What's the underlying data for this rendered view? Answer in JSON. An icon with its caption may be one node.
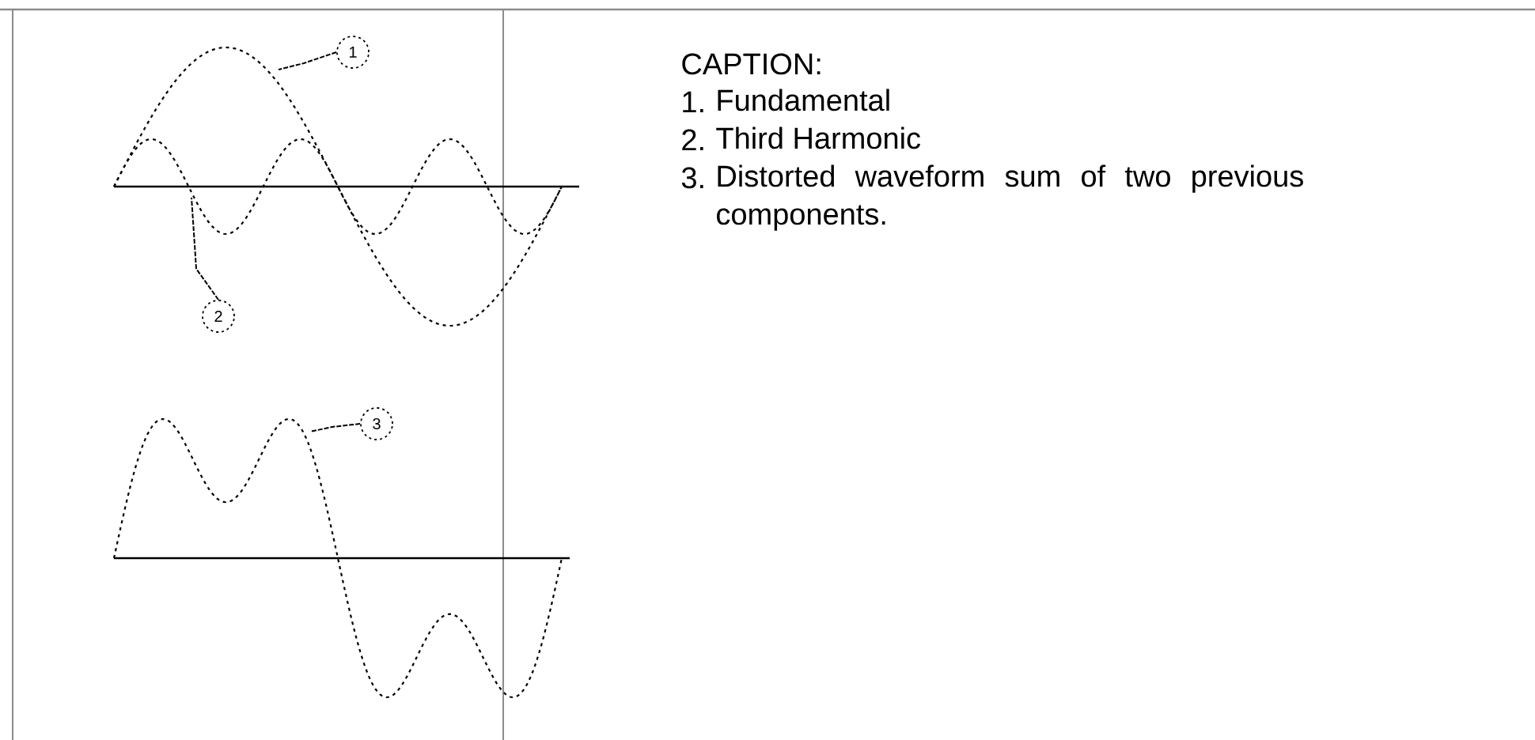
{
  "diagram": {
    "nodes": [
      {
        "text": [
          "1"
        ]
      },
      {
        "text": [
          "2"
        ]
      },
      {
        "text": [
          "3"
        ]
      }
    ],
    "edges": [
      {
        "from": 0,
        "to": null,
        "arrow": "none"
      },
      {
        "from": 1,
        "to": null,
        "arrow": "none"
      },
      {
        "from": 2,
        "to": null,
        "arrow": "none"
      }
    ],
    "labels": [
      "CAPTION:",
      "1.",
      "Fundamental",
      "2.",
      "Third Harmonic",
      "3.",
      "Distorted waveform sum of two previous components."
    ]
  }
}
